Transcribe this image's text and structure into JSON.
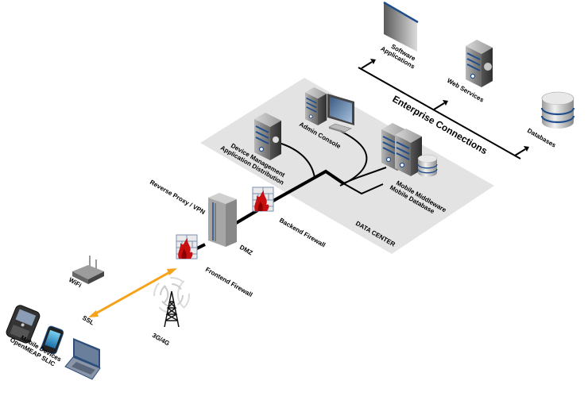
{
  "diagram": {
    "zones": {
      "data_center": "DATA CENTER",
      "dmz": "DMZ",
      "enterprise": "Enterprise Connections"
    },
    "nodes": {
      "software_applications": [
        "Software",
        "Applications"
      ],
      "web_services": "Web Services",
      "databases": "Databases",
      "admin_console": "Admin Console",
      "device_management": [
        "Device Management",
        "Application Distribution"
      ],
      "mobile_middleware": [
        "Mobile Middleware",
        "Mobile Database"
      ],
      "backend_firewall": "Backend Firewall",
      "reverse_proxy": "Reverse Proxy / VPN",
      "frontend_firewall": "Frontend Firewall",
      "wifi": "WiFi",
      "ssl": "SSL",
      "cell": "3G/4G",
      "mobile_devices": [
        "Mobile Devices",
        "OpenMEAP SLIC"
      ]
    },
    "colors": {
      "plane": "#e3e3e3",
      "ssl_arrow": "#f5a31a",
      "accent_blue": "#1f4e8c",
      "firewall_red": "#c81010"
    }
  }
}
